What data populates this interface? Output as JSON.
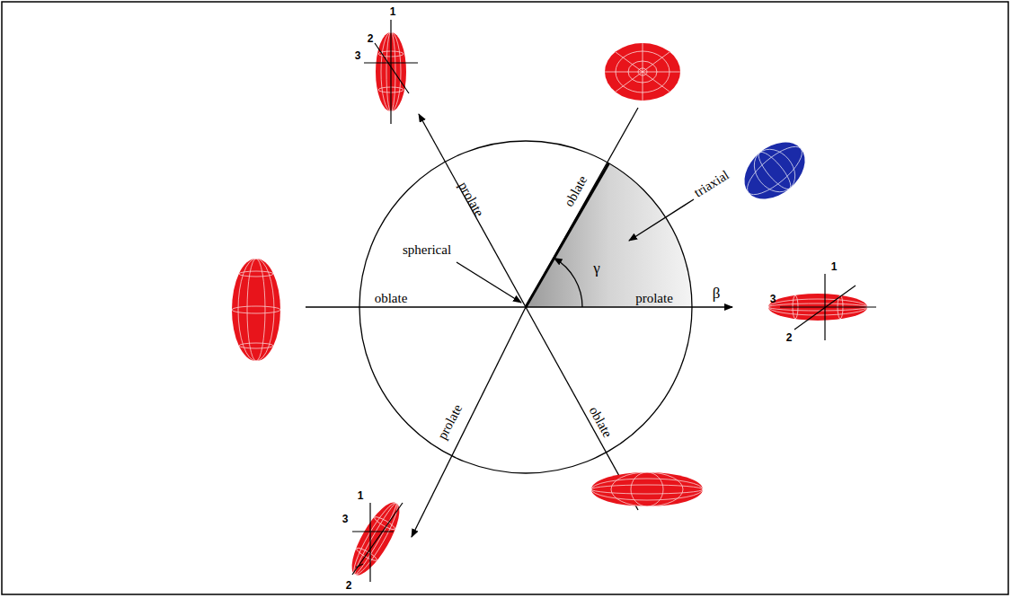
{
  "diagram": {
    "labels": [
      "1",
      "2",
      "3",
      "prolate",
      "oblate",
      "triaxial",
      "spherical",
      "γ",
      "oblate",
      "prolate",
      "β",
      "1",
      "2",
      "3",
      "prolate",
      "oblate",
      "1",
      "3",
      "2"
    ]
  }
}
